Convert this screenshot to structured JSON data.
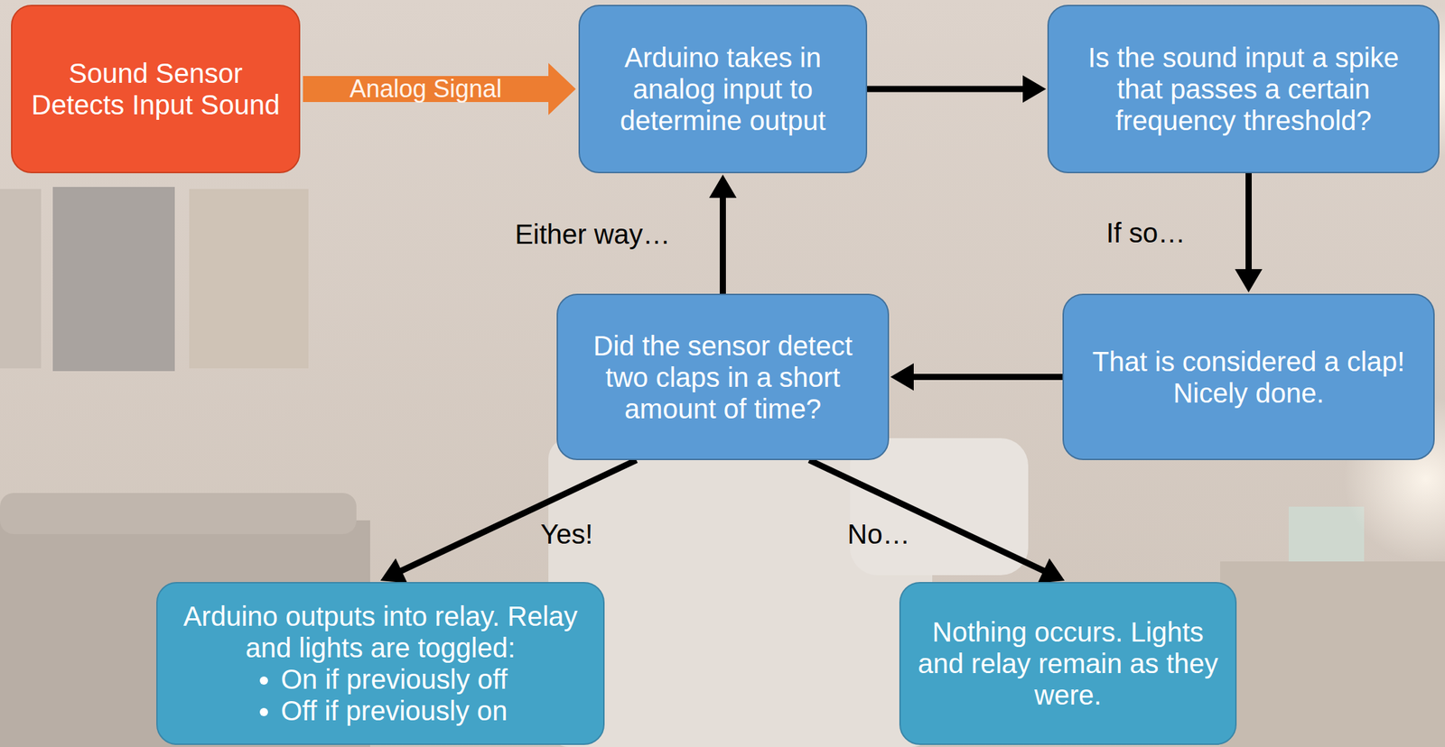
{
  "diagram": {
    "nodes": [
      {
        "text": [
          "Sound Sensor Detects Input Sound"
        ]
      },
      {
        "text": [
          "Arduino takes in analog input to determine output"
        ]
      },
      {
        "text": [
          "Is the sound input a spike that passes a certain frequency threshold?"
        ]
      },
      {
        "text": [
          "That is considered a clap! Nicely done."
        ]
      },
      {
        "text": [
          "Did the sensor detect two claps in a short amount of time?"
        ]
      },
      {
        "text": [
          "Arduino outputs into relay. Relay and lights are toggled:",
          "On if previously off",
          "Off if previously on"
        ]
      },
      {
        "text": [
          "Nothing occurs. Lights and relay remain as they were."
        ]
      }
    ],
    "edges": [
      {
        "from": 0,
        "to": 1,
        "label": "Analog Signal",
        "arrow": "to"
      },
      {
        "from": 1,
        "to": 2,
        "arrow": "to"
      },
      {
        "from": 2,
        "to": 3,
        "label": "If so…",
        "arrow": "to"
      },
      {
        "from": 3,
        "to": 4,
        "arrow": "to"
      },
      {
        "from": 4,
        "to": 1,
        "label": "Either way…",
        "arrow": "to"
      },
      {
        "from": 4,
        "to": 5,
        "label": "Yes!",
        "arrow": "to"
      },
      {
        "from": 4,
        "to": 6,
        "label": "No…",
        "arrow": "to"
      }
    ]
  }
}
